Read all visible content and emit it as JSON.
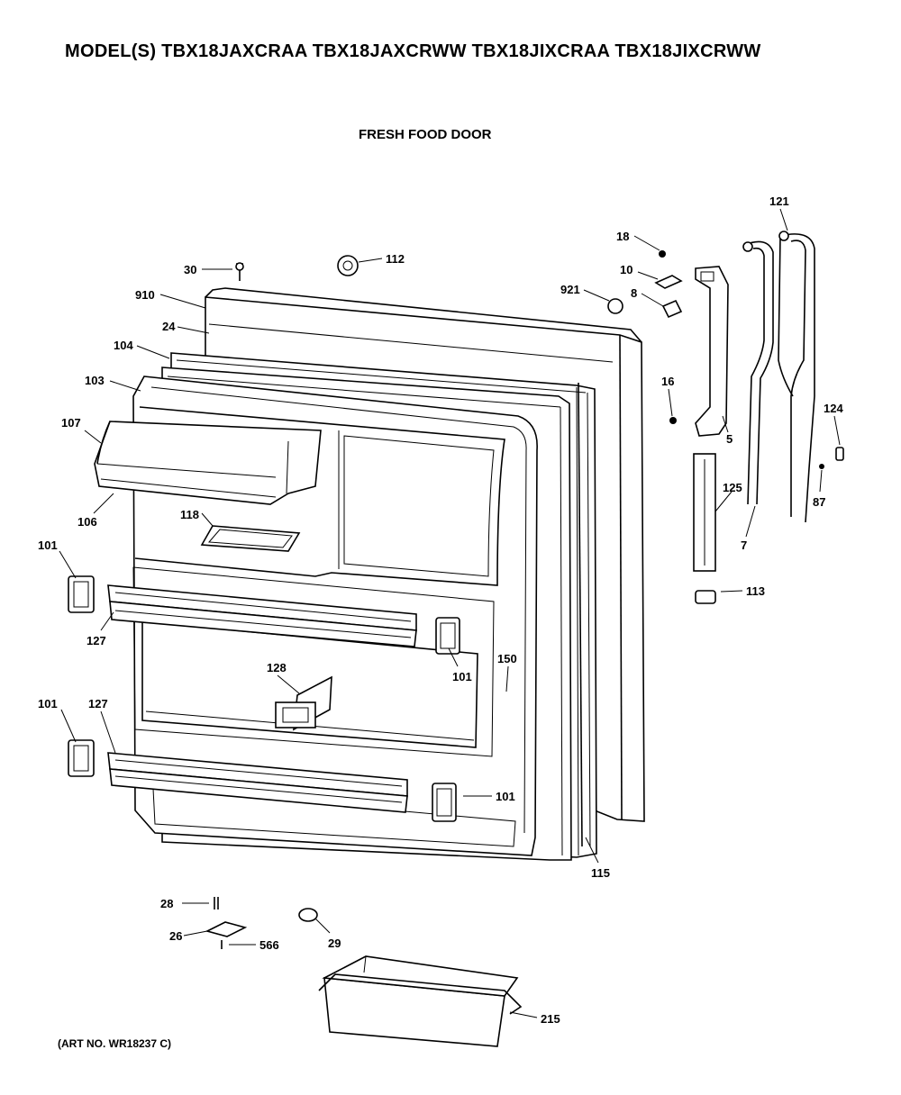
{
  "header": {
    "title": "MODEL(S) TBX18JAXCRAA TBX18JAXCRWW TBX18JIXCRAA TBX18JIXCRWW",
    "subtitle": "FRESH FOOD DOOR"
  },
  "footer": {
    "art_no": "(ART NO. WR18237 C)"
  },
  "parts": [
    "30",
    "112",
    "910",
    "24",
    "104",
    "103",
    "107",
    "106",
    "118",
    "101",
    "127",
    "128",
    "150",
    "115",
    "18",
    "10",
    "921",
    "8",
    "16",
    "5",
    "121",
    "124",
    "87",
    "125",
    "7",
    "113",
    "28",
    "26",
    "566",
    "29",
    "215"
  ]
}
